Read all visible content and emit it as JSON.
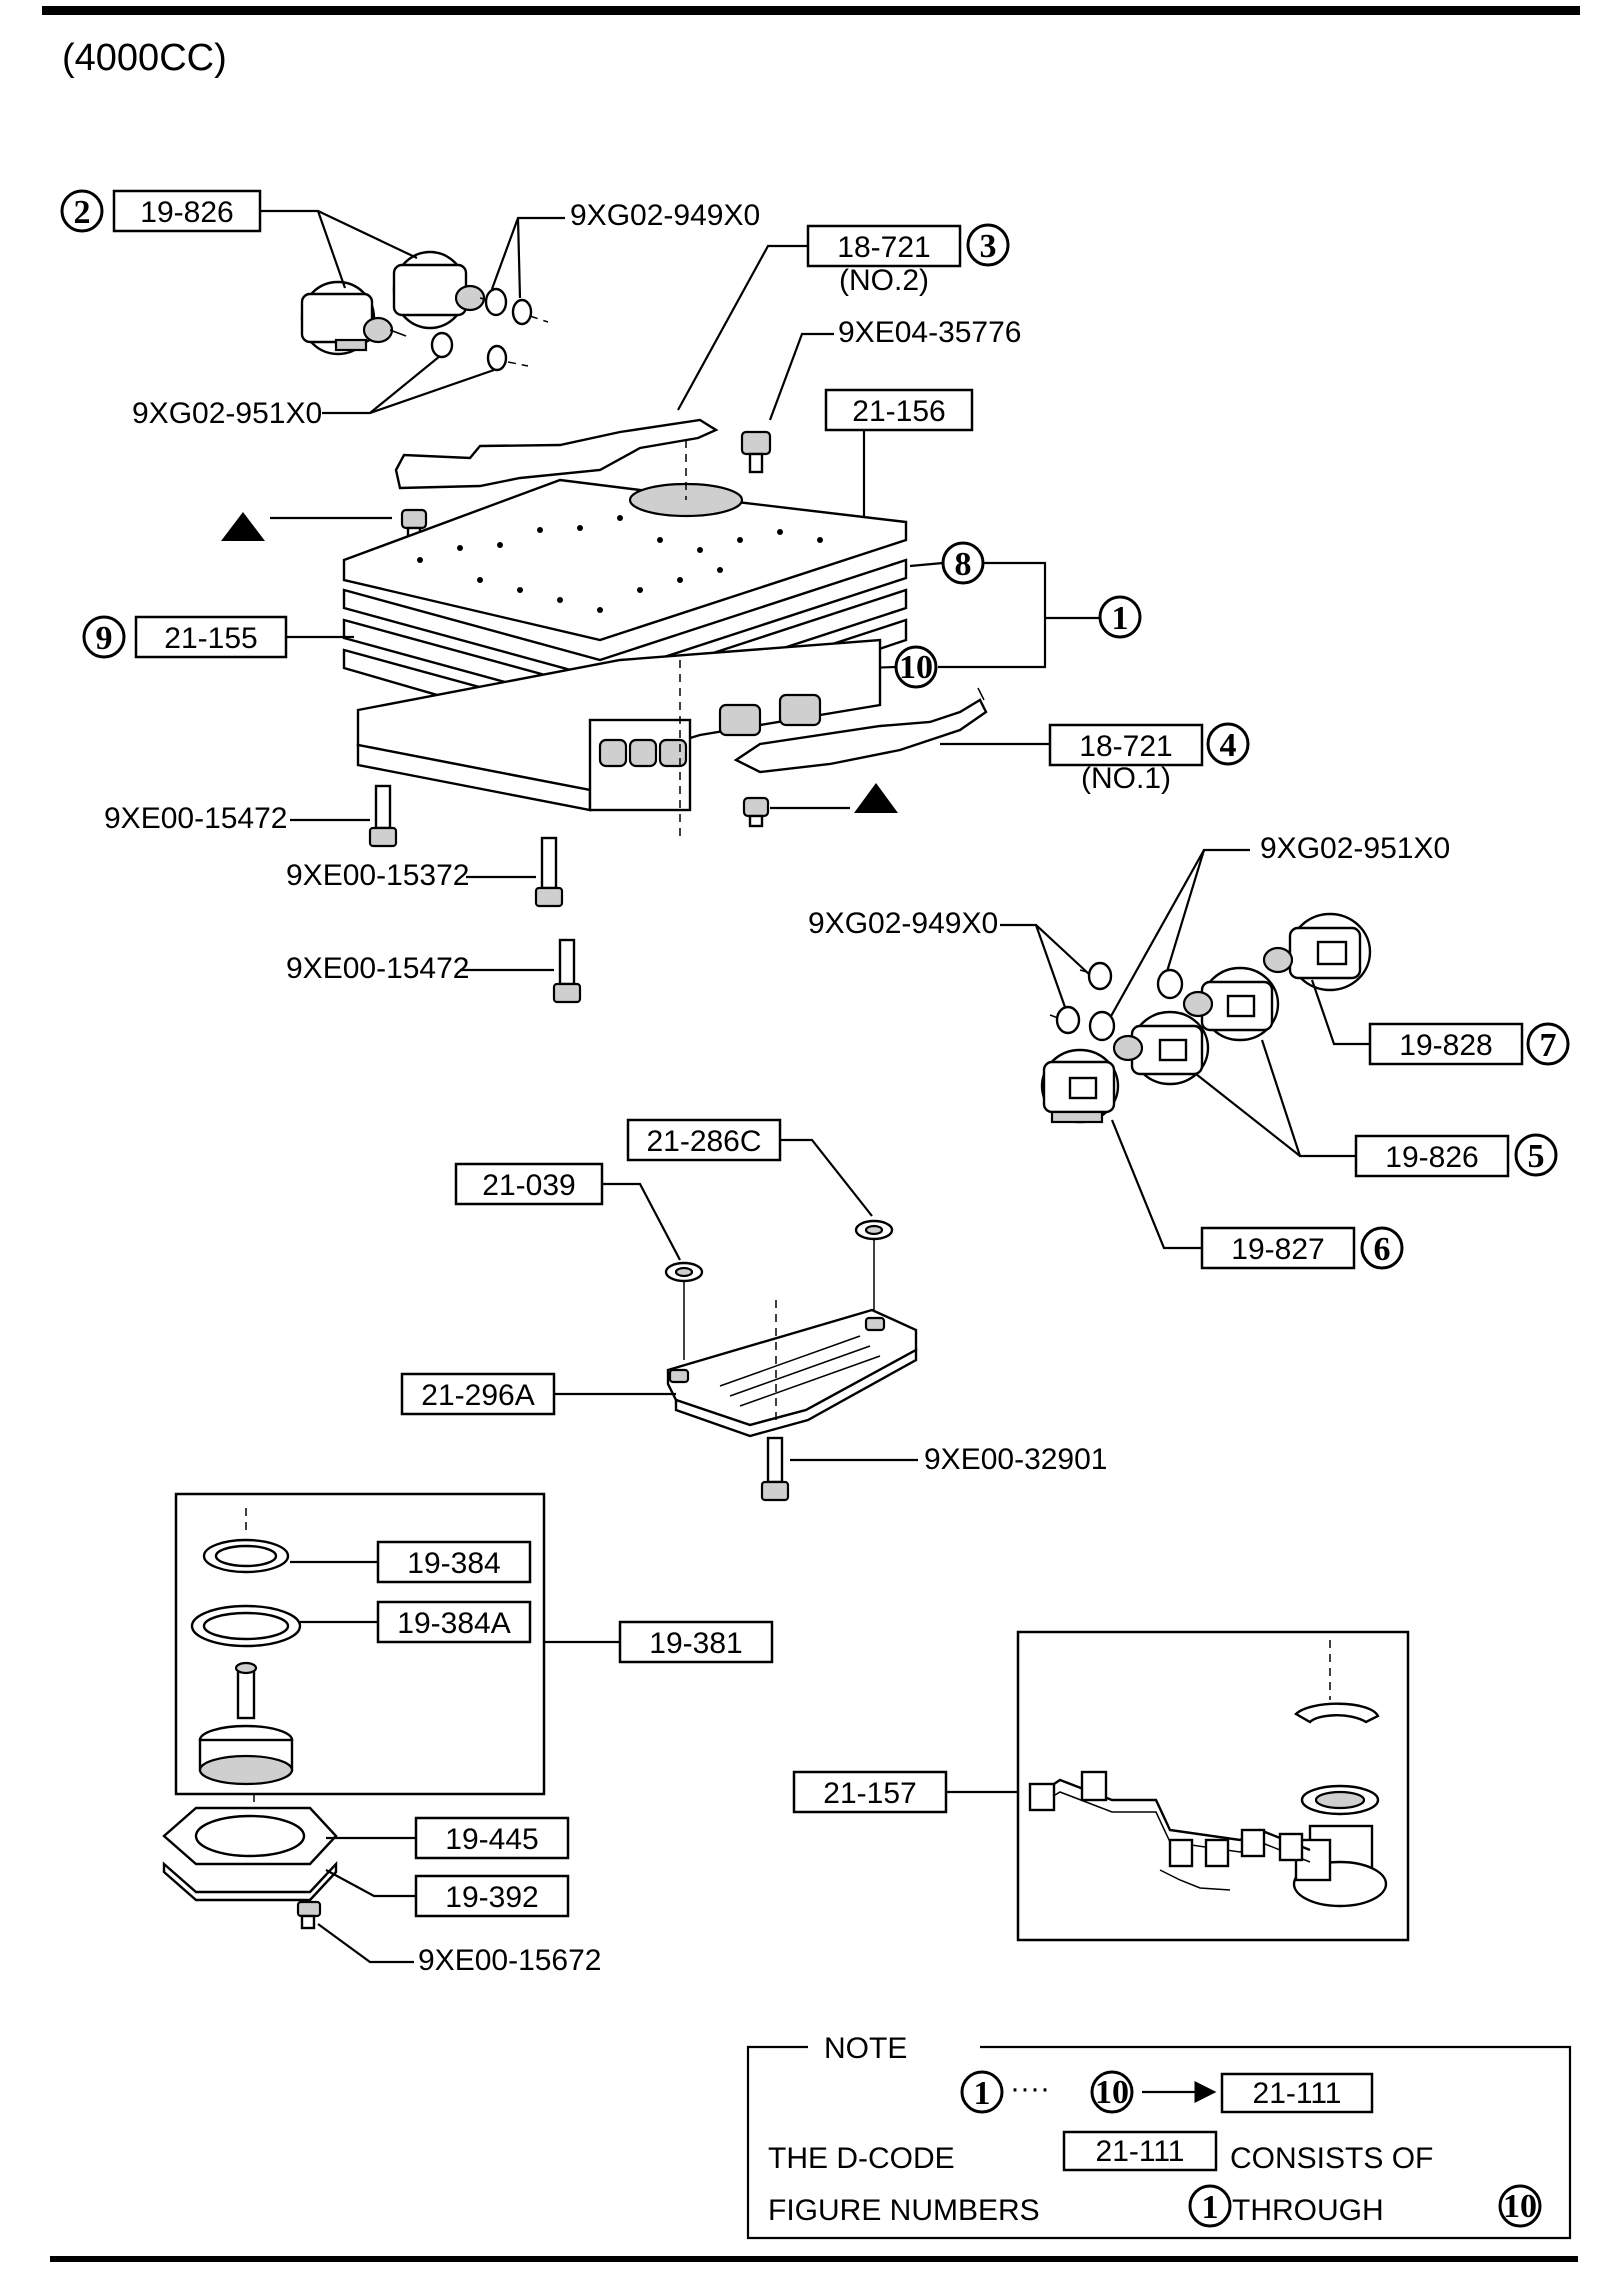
{
  "heading": "(4000CC)",
  "labels": {
    "p19_826_top": "19-826",
    "w949_top": "9XG02-949X0",
    "w951_top": "9XG02-951X0",
    "p18_721_no2": "18-721",
    "no2": "(NO.2)",
    "x35776": "9XE04-35776",
    "p21_156": "21-156",
    "p21_155": "21-155",
    "p18_721_no1": "18-721",
    "no1": "(NO.1)",
    "b15472_a": "9XE00-15472",
    "b15372": "9XE00-15372",
    "b15472_b": "9XE00-15472",
    "w951_mid": "9XG02-951X0",
    "w949_mid": "9XG02-949X0",
    "p19_828": "19-828",
    "p19_826_mid": "19-826",
    "p19_827": "19-827",
    "p21_286c": "21-286C",
    "p21_039": "21-039",
    "p21_296a": "21-296A",
    "b32901": "9XE00-32901",
    "p19_384": "19-384",
    "p19_384a": "19-384A",
    "p19_381": "19-381",
    "p19_445": "19-445",
    "p19_392": "19-392",
    "b15672": "9XE00-15672",
    "p21_157": "21-157"
  },
  "callouts": {
    "c1": "1",
    "c2": "2",
    "c3": "3",
    "c4": "4",
    "c5": "5",
    "c6": "6",
    "c7": "7",
    "c8": "8",
    "c9": "9",
    "c10": "10"
  },
  "note": {
    "title": "NOTE",
    "from": "1",
    "dots": "····",
    "to": "10",
    "code": "21-111",
    "line1_pre": "THE D-CODE",
    "line1_code": "21-111",
    "line1_post": "CONSISTS OF",
    "line2_pre": "FIGURE NUMBERS",
    "line2_from": "1",
    "line2_mid": "THROUGH",
    "line2_to": "10"
  }
}
